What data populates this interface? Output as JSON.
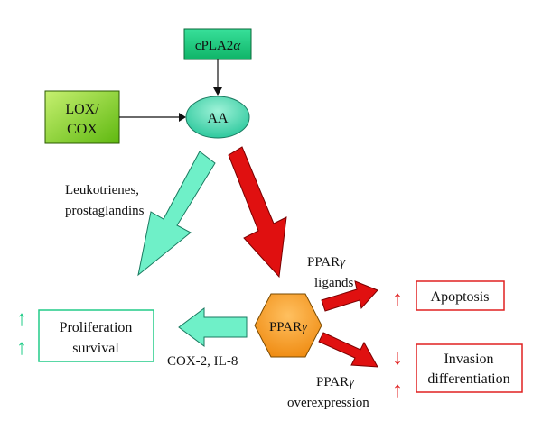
{
  "nodes": {
    "cpla2": {
      "text": "cPLA2",
      "greek": "α"
    },
    "loxcox": {
      "line1": "LOX/",
      "line2": "COX"
    },
    "aa": {
      "text": "AA"
    },
    "pparg": {
      "text": "PPAR",
      "greek": "γ"
    },
    "proliferation": {
      "line1": "Proliferation",
      "line2": "survival"
    },
    "apoptosis": {
      "text": "Apoptosis"
    },
    "invasion": {
      "line1": "Invasion",
      "line2": "differentiation"
    }
  },
  "labels": {
    "leukotrienes": {
      "line1": "Leukotrienes,",
      "line2": "prostaglandins"
    },
    "ligands": {
      "line1a": "PPAR",
      "line1b": "γ",
      "line2": "ligands"
    },
    "cox2": {
      "text": "COX-2, IL-8"
    },
    "overexpression": {
      "line1a": "PPAR",
      "line1b": "γ",
      "line2": "overexpression"
    }
  },
  "indicators": {
    "up": "↑",
    "down": "↓"
  },
  "colors": {
    "green_box": "#14c87a",
    "lime_box": "#7fd21a",
    "teal_oval": "#3fd6ad",
    "teal_arrow": "#6ff0c8",
    "red_arrow": "#e01010",
    "hexagon": "#f59a1a",
    "red_text": "#e02020",
    "green_text": "#22cc88"
  }
}
